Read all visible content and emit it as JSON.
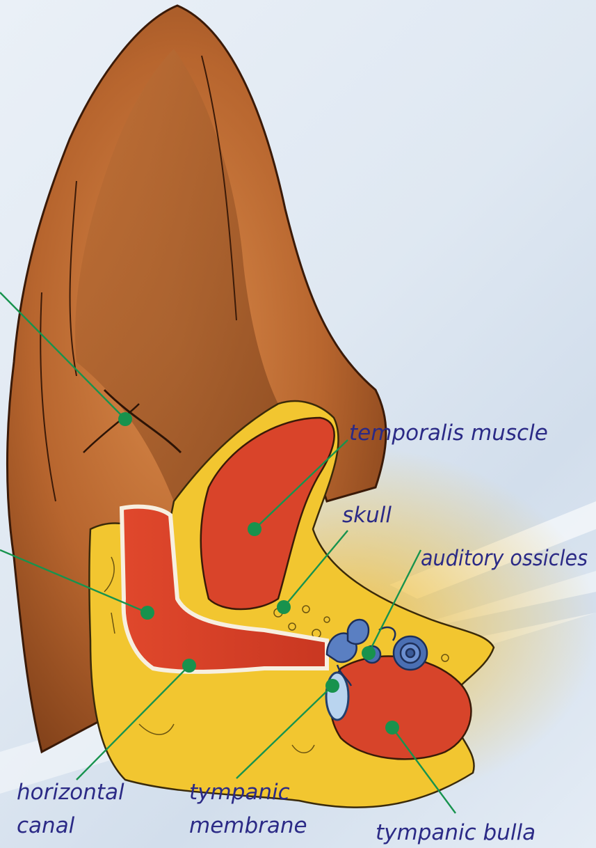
{
  "labels": {
    "temporalis_muscle": "temporalis muscle",
    "skull": "skull",
    "auditory_ossicles": "auditory ossicles",
    "horizontal_canal_line1": "horizontal",
    "horizontal_canal_line2": "canal",
    "tympanic_membrane_line1": "tympanic",
    "tympanic_membrane_line2": "membrane",
    "tympanic_bulla": "tympanic bulla"
  },
  "colors": {
    "label_text": "#2b2a86",
    "leader_line": "#17934e",
    "marker_dot": "#18924d",
    "pinna_skin": "#b8662c",
    "canal_tissue": "#d9442a",
    "bone": "#f2c630",
    "ossicles": "#4a6fb3"
  }
}
